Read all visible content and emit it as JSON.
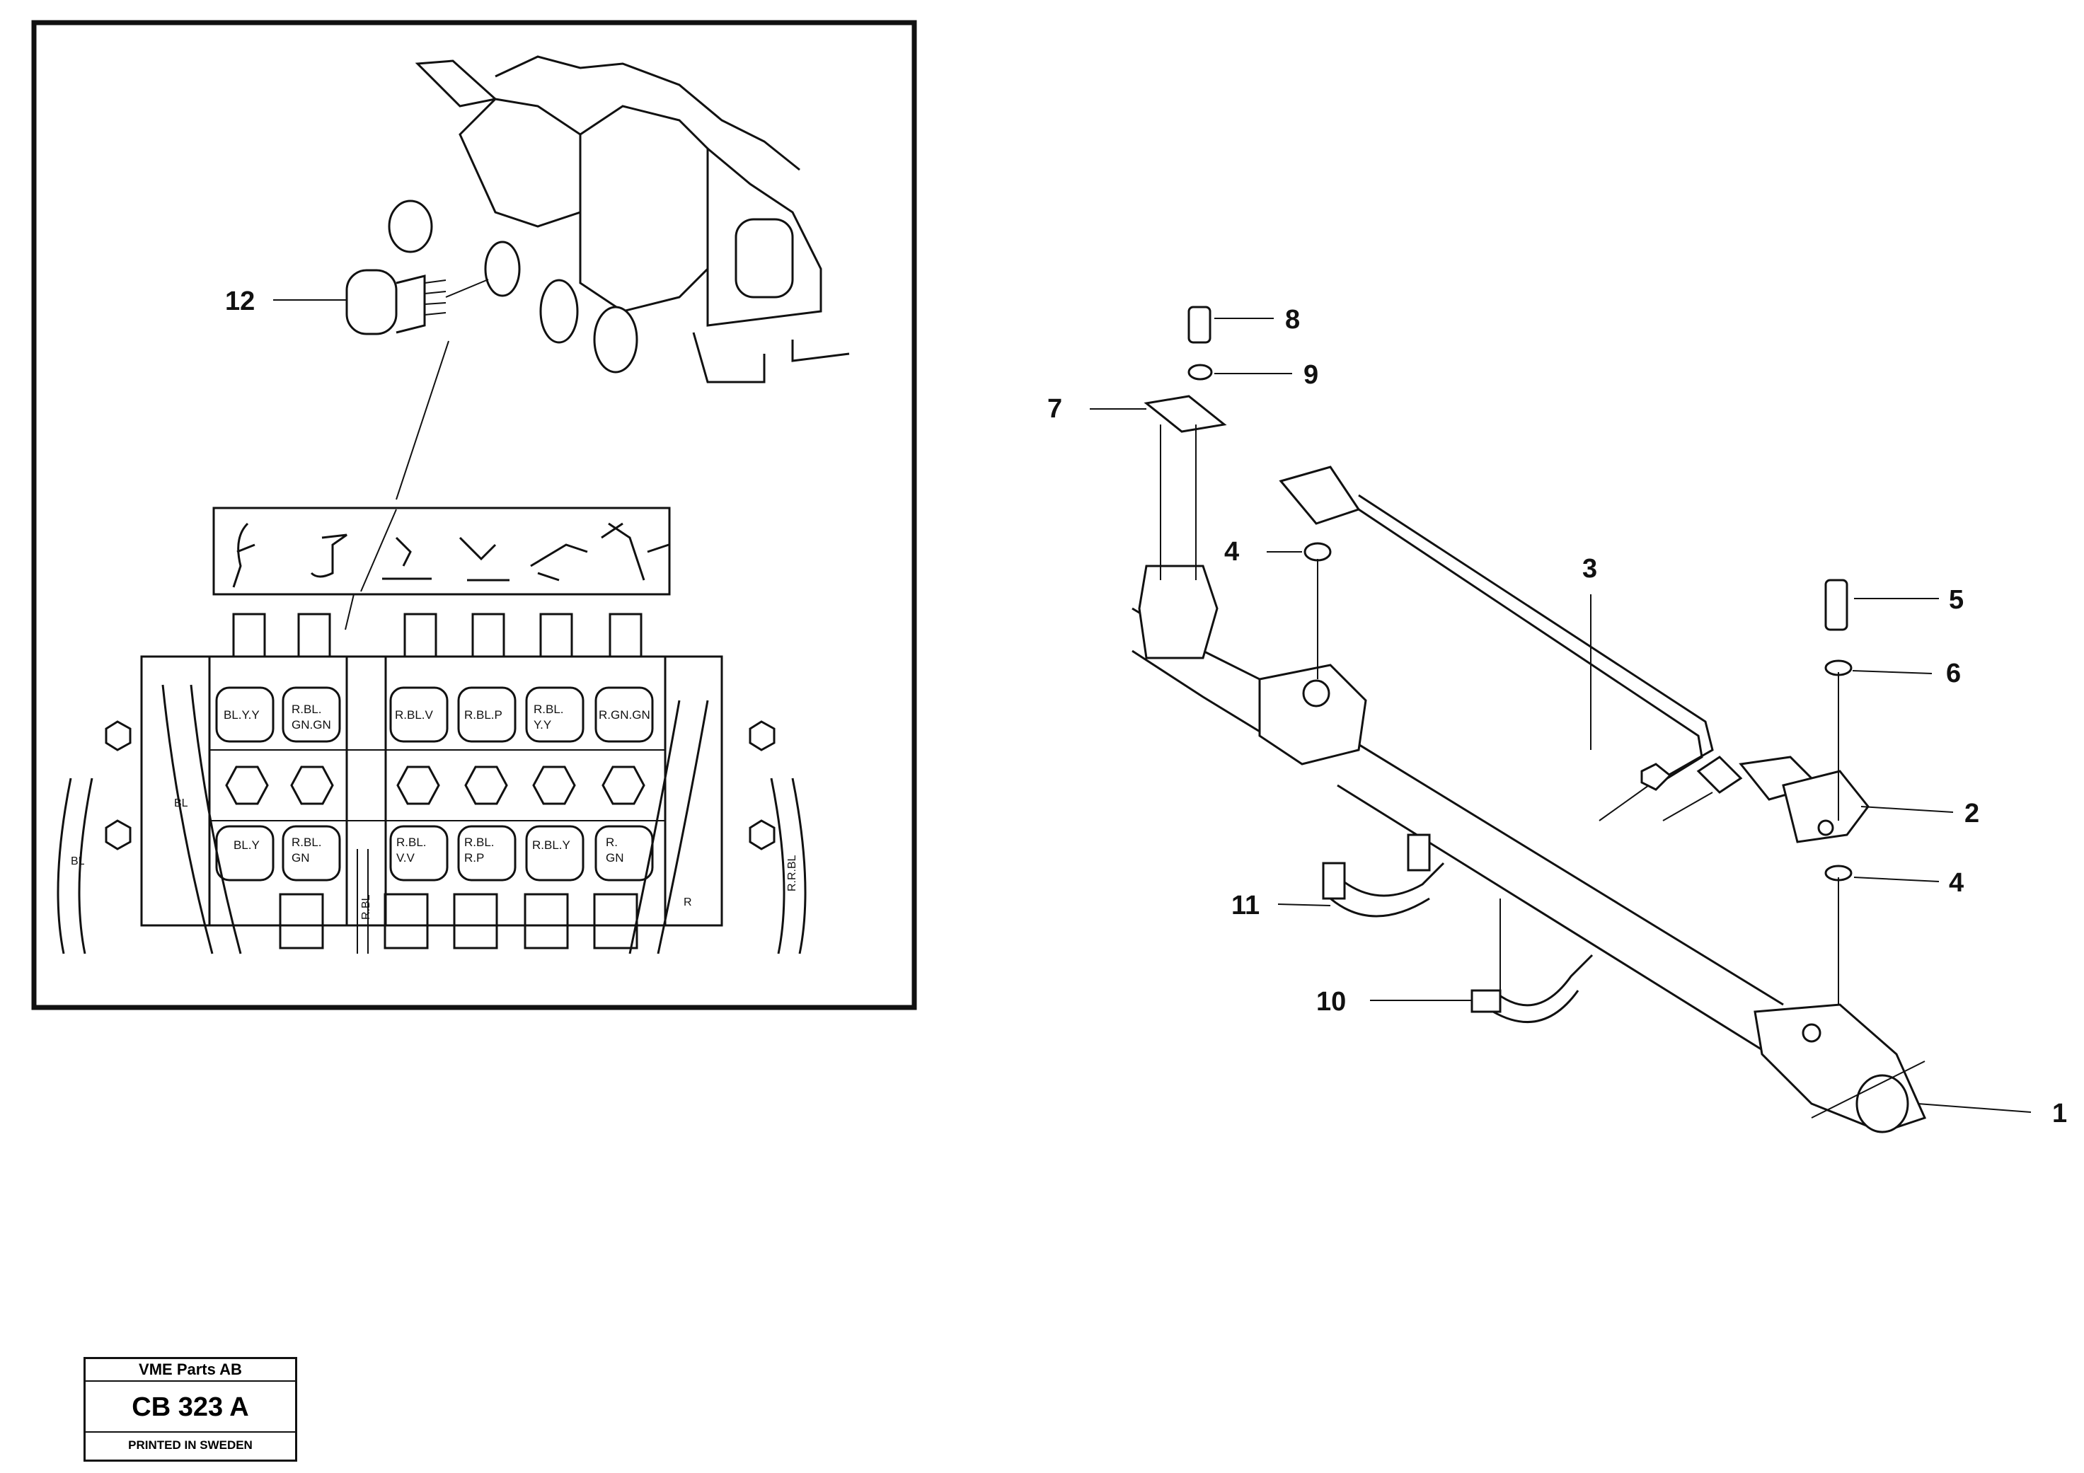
{
  "callouts": {
    "c1": "1",
    "c2": "2",
    "c3": "3",
    "c4a": "4",
    "c4b": "4",
    "c5": "5",
    "c6": "6",
    "c7": "7",
    "c8": "8",
    "c9": "9",
    "c10": "10",
    "c11": "11",
    "c12": "12"
  },
  "valve_labels": {
    "top": [
      "BL.Y.Y",
      "R.BL.|GN.GN",
      "R.BL.V",
      "R.BL.P",
      "R.BL.|Y.Y",
      "R.GN.GN"
    ],
    "bottom": [
      "BL.Y",
      "R.BL.|GN",
      "R.BL.|V.V",
      "R.BL.|R.P",
      "R.BL.Y",
      "R.|GN"
    ]
  },
  "wire_labels": {
    "bl_hose": "BL",
    "bl_left": "BL",
    "rbl_center": "R.BL",
    "r_hose": "R",
    "rrbl_right": "R.R.BL"
  },
  "stamp": {
    "company": "VME Parts AB",
    "code": "CB 323 A",
    "printed": "PRINTED IN SWEDEN"
  }
}
